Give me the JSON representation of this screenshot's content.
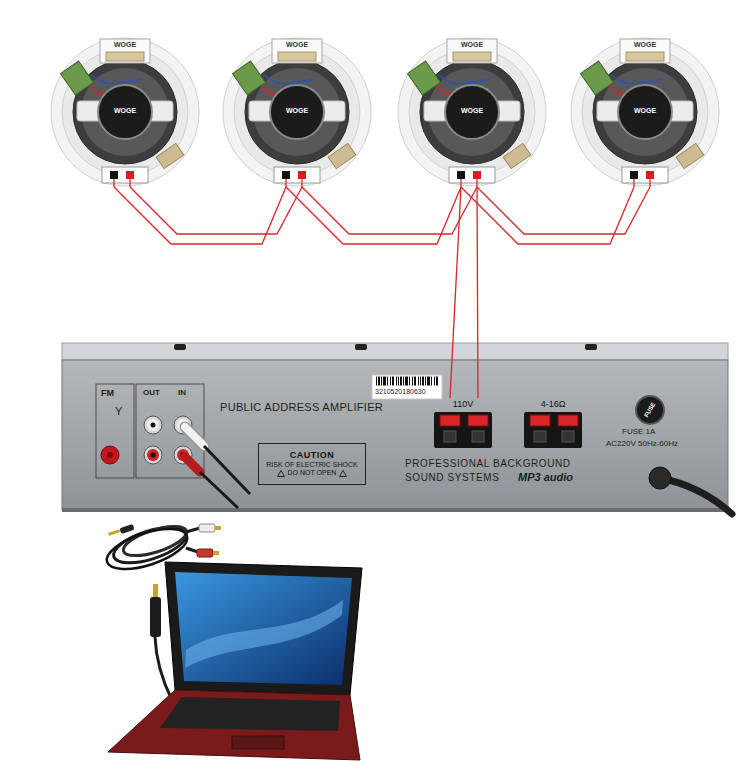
{
  "diagram": {
    "nodes": [
      {
        "text": [
          "WOGE",
          "WOGE"
        ]
      },
      {
        "text": [
          "WOGE",
          "WOGE"
        ]
      },
      {
        "text": [
          "WOGE",
          "WOGE"
        ]
      },
      {
        "text": [
          "WOGE",
          "WOGE"
        ]
      },
      {
        "text": [
          "PUBLIC ADDRESS AMPLIFIER",
          "PROFESSIONAL BACKGROUND SOUND SYSTEMS",
          "MP3 audio"
        ]
      },
      {
        "text": [
          "CAUTION",
          "RISK OF ELECTRIC SHOCK",
          "DO NOT OPEN"
        ],
        "in": 4
      },
      {
        "text": [
          "110V"
        ],
        "in": 4
      },
      {
        "text": [
          "4-16Ω"
        ],
        "in": 4
      }
    ],
    "edges": [
      {
        "from": 0,
        "to": 1,
        "arrow": "none"
      },
      {
        "from": 1,
        "to": 2,
        "arrow": "none"
      },
      {
        "from": 2,
        "to": 3,
        "arrow": "none"
      },
      {
        "from": 2,
        "to": 6,
        "arrow": "none"
      }
    ],
    "labels": [
      "FM",
      "Y",
      "OUT",
      "IN",
      "3210520180630",
      "FUSE",
      "FUSE 1A",
      "AC220V 50Hz-60Hz"
    ]
  }
}
